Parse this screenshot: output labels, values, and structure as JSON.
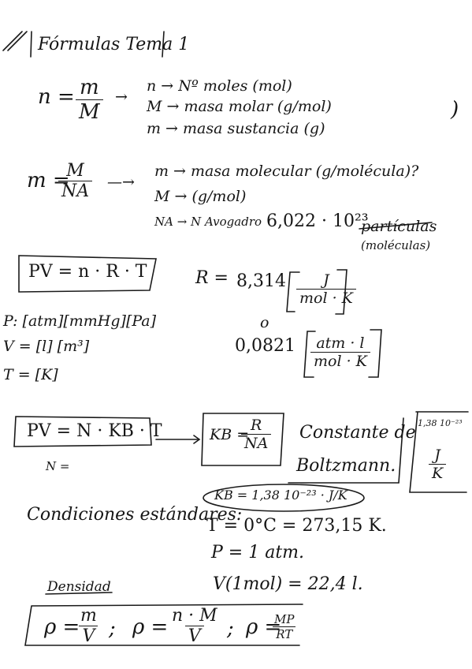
{
  "title": "Fórmulas Tema 1",
  "moles": {
    "lhs": "n =",
    "num": "m",
    "den": "M",
    "arrow": "→",
    "def1": "n → Nº moles (mol)",
    "def2": "M → masa molar (g/mol)",
    "def3": "m → masa sustancia (g)",
    "side_mark": ")"
  },
  "mass": {
    "lhs": "m =",
    "num": "M",
    "den": "NA",
    "arrow": "—→",
    "def1": "m → masa molecular (g/molécula)?",
    "def2": "M → (g/mol)",
    "def3": "NA → N Avogadro",
    "avogadro": "6,022 · 10²³",
    "struck": "partículas",
    "particles": "(moléculas)"
  },
  "gas": {
    "formula": "PV = n · R · T",
    "r_label": "R =",
    "r_value1": "8,314",
    "r_num1": "J",
    "r_den1": "mol · K",
    "or": "o",
    "r_value2": "0,0821",
    "r_num2": "atm · l",
    "r_den2": "mol · K",
    "units_p": "P: [atm][mmHg][Pa]",
    "units_v": "V = [l] [m³]",
    "units_t": "T = [K]"
  },
  "boltzmann": {
    "formula": "PV = N · KB · T",
    "n_label": "N =",
    "kb_lhs": "KB =",
    "kb_num": "R",
    "kb_den": "NA",
    "name_line1": "Constante de",
    "name_line2": "Boltzmann.",
    "value": "1,38 10⁻²³",
    "unit_num": "J",
    "unit_den": "K"
  },
  "standard": {
    "label": "Condiciones estándares:",
    "kb_note": "KB = 1,38 10⁻²³ · J/K",
    "temp": "T = 0°C = 273,15 K.",
    "pressure": "P = 1 atm.",
    "volume": "V(1mol) = 22,4 l."
  },
  "density": {
    "title": "Densidad",
    "f1_lhs": "ρ =",
    "f1_num": "m",
    "f1_den": "V",
    "sep1": ";",
    "f2_lhs": "ρ =",
    "f2_num": "n · M",
    "f2_den": "V",
    "sep2": ";",
    "f3_lhs": "ρ =",
    "f3_num": "MP",
    "f3_den": "RT"
  }
}
